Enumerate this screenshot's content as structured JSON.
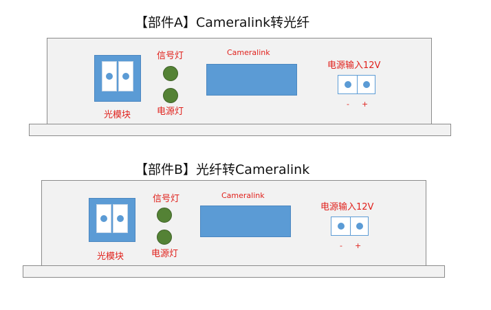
{
  "part_a": {
    "title": "【部件A】Cameralink转光纤",
    "optical_module_label": "光模块",
    "signal_led_label": "信号灯",
    "power_led_label": "电源灯",
    "cameralink_label": "Cameralink",
    "power_input_label": "电源输入12V",
    "minus_label": "-",
    "plus_label": "+"
  },
  "part_b": {
    "title": "【部件B】光纤转Cameralink",
    "optical_module_label": "光模块",
    "signal_led_label": "信号灯",
    "power_led_label": "电源灯",
    "cameralink_label": "Cameralink",
    "power_input_label": "电源输入12V",
    "minus_label": "-",
    "plus_label": "+"
  },
  "colors": {
    "port_blue": "#5b9bd5",
    "led_green": "#548235",
    "label_red": "#e0201b",
    "panel_gray": "#f2f2f2"
  }
}
